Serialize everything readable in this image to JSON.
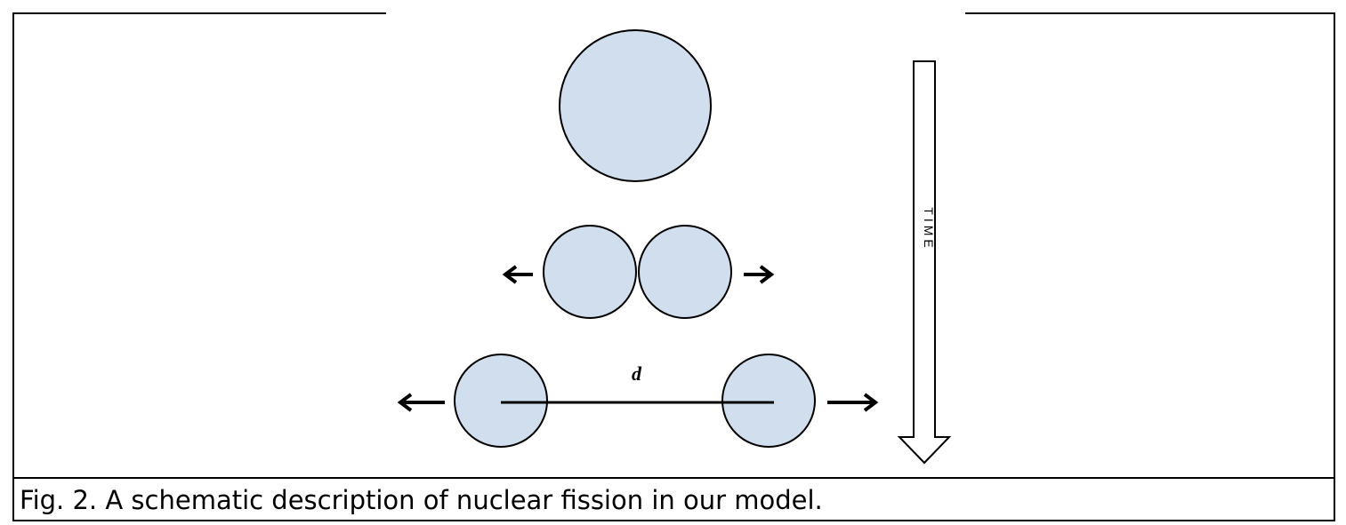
{
  "figure": {
    "caption": "Fig. 2. A schematic description of nuclear fission in our model.",
    "time_label": "TIME",
    "distance_label": "d"
  },
  "colors": {
    "nucleus_fill": "#d0deed",
    "stroke": "#000000",
    "background": "#ffffff"
  },
  "icons": {
    "time_arrow": "down-hollow-arrow-icon",
    "motion_arrow_left": "arrow-left-icon",
    "motion_arrow_right": "arrow-right-icon"
  }
}
